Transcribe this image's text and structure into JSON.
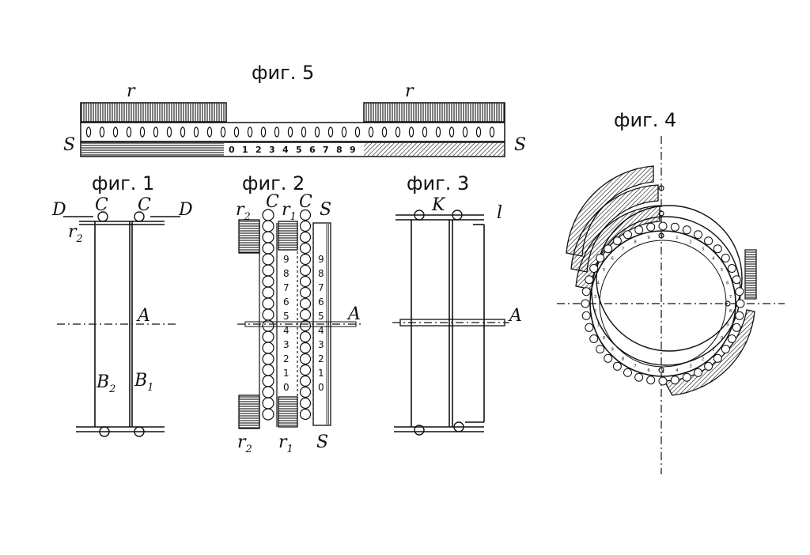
{
  "figures": {
    "fig5": {
      "title": "фиг. 5",
      "label_r_left": "r",
      "label_r_right": "r",
      "label_s_left": "S",
      "label_s_right": "S",
      "digits": [
        "0",
        "1",
        "2",
        "3",
        "4",
        "5",
        "6",
        "7",
        "8",
        "9"
      ]
    },
    "fig1": {
      "title": "фиг. 1",
      "label_d_left": "D",
      "label_d_right": "D",
      "label_c_left": "C",
      "label_c_right": "C",
      "label_r2": "r",
      "label_r2_sub": "2",
      "label_a": "A",
      "label_b2": "B",
      "label_b2_sub": "2",
      "label_b1": "B",
      "label_b1_sub": "1"
    },
    "fig2": {
      "title": "фиг. 2",
      "label_r2_top": "r",
      "label_r2_top_sub": "2",
      "label_c_left": "C",
      "label_r1_top": "r",
      "label_r1_top_sub": "1",
      "label_c_right": "C",
      "label_s_top": "S",
      "label_a": "A",
      "label_r2_bottom": "r",
      "label_r2_bottom_sub": "2",
      "label_r1_bottom": "r",
      "label_r1_bottom_sub": "1",
      "label_s_bottom": "S",
      "digits": [
        "9",
        "8",
        "7",
        "6",
        "5",
        "4",
        "3",
        "2",
        "1",
        "0"
      ]
    },
    "fig3": {
      "title": "фиг. 3",
      "label_k": "K",
      "label_l": "l",
      "label_a": "A"
    },
    "fig4": {
      "title": "фиг. 4",
      "dial_digits": [
        "0",
        "1",
        "2",
        "3",
        "4",
        "5",
        "6",
        "7",
        "8",
        "9"
      ]
    }
  }
}
